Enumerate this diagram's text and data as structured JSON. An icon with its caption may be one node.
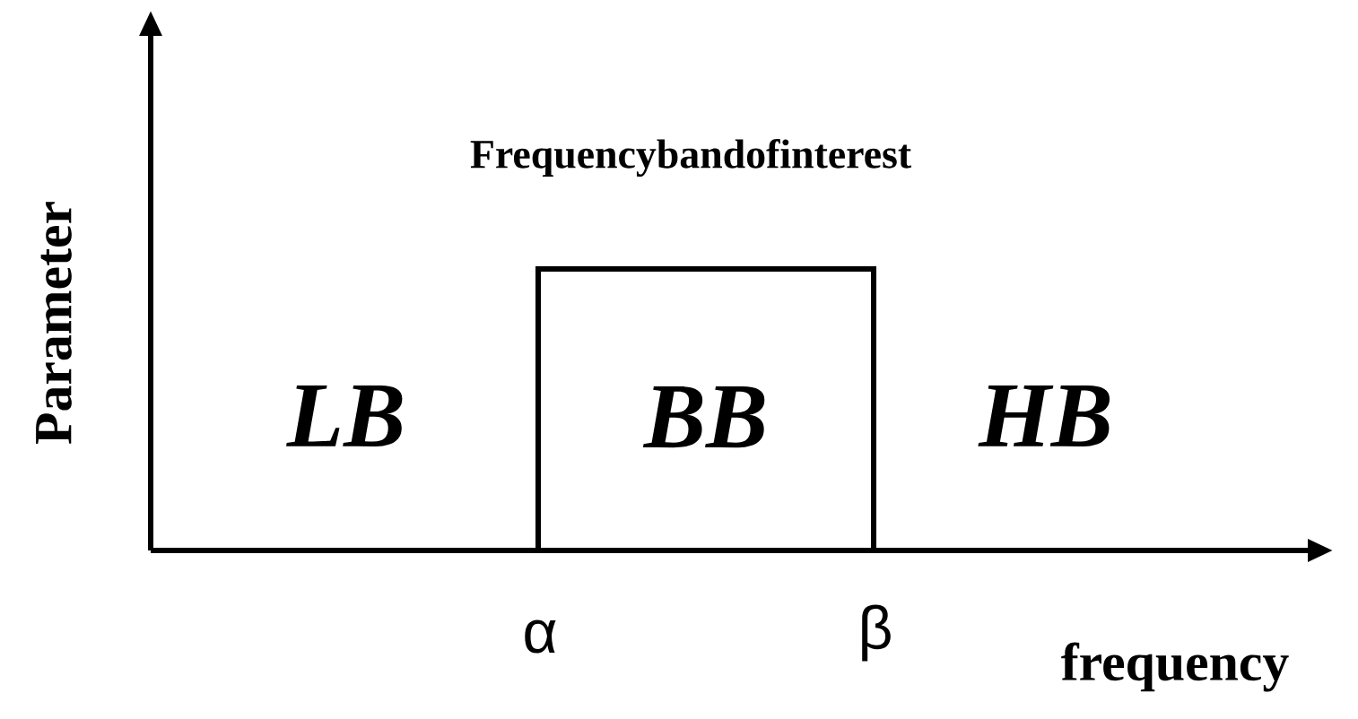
{
  "diagram": {
    "nodes": [
      {
        "text": [
          "BB"
        ]
      }
    ],
    "labels": [
      "Parameter",
      "Frequencybandofinterest",
      "LB",
      "HB",
      "α",
      "β",
      "frequency"
    ]
  }
}
